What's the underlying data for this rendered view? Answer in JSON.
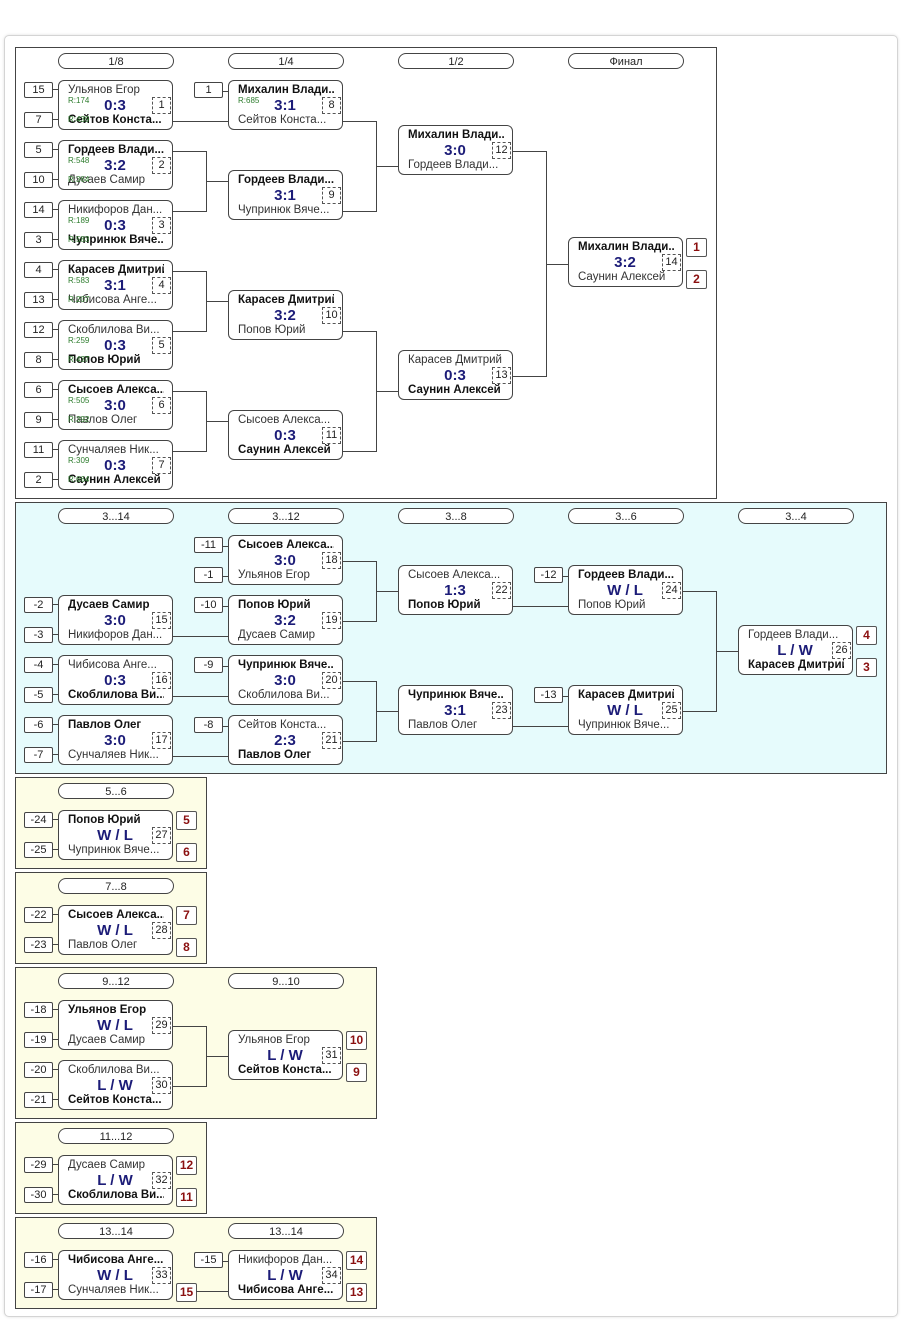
{
  "main": {
    "rounds": [
      "1/8",
      "1/4",
      "1/2",
      "Финал"
    ],
    "matches": [
      {
        "num": "1",
        "score": "0:3",
        "p1": "Ульянов Егор",
        "p2": "Сейтов Конста...",
        "r1": "R:174",
        "r2": "R:439"
      },
      {
        "num": "2",
        "score": "3:2",
        "p1": "Гордеев Влади...",
        "p2": "Дусаев Самир",
        "r1": "R:548",
        "r2": "R:364"
      },
      {
        "num": "3",
        "score": "0:3",
        "p1": "Никифоров Дан...",
        "p2": "Чупринюк Вяче...",
        "r1": "R:189",
        "r2": "R:583"
      },
      {
        "num": "4",
        "score": "3:1",
        "p1": "Карасев Дмитрий",
        "p2": "Чибисова Анге...",
        "r1": "R:583",
        "r2": "R:207"
      },
      {
        "num": "5",
        "score": "0:3",
        "p1": "Скоблилова Ви...",
        "p2": "Попов Юрий",
        "r1": "R:259",
        "r2": "R:437"
      },
      {
        "num": "6",
        "score": "3:0",
        "p1": "Сысоев Алекса...",
        "p2": "Павлов Олег",
        "r1": "R:505",
        "r2": "R:392"
      },
      {
        "num": "7",
        "score": "0:3",
        "p1": "Сунчаляев Ник...",
        "p2": "Саунин Алексей",
        "r1": "R:309",
        "r2": "R:664"
      },
      {
        "num": "8",
        "score": "3:1",
        "p1": "Михалин Влади...",
        "p2": "Сейтов Конста...",
        "r1": "R:685",
        "r2": ""
      },
      {
        "num": "9",
        "score": "3:1",
        "p1": "Гордеев Влади...",
        "p2": "Чупринюк Вяче..."
      },
      {
        "num": "10",
        "score": "3:2",
        "p1": "Карасев Дмитрий",
        "p2": "Попов Юрий"
      },
      {
        "num": "11",
        "score": "0:3",
        "p1": "Сысоев Алекса...",
        "p2": "Саунин Алексей"
      },
      {
        "num": "12",
        "score": "3:0",
        "p1": "Михалин Влади...",
        "p2": "Гордеев Влади..."
      },
      {
        "num": "13",
        "score": "0:3",
        "p1": "Карасев Дмитрий",
        "p2": "Саунин Алексей"
      },
      {
        "num": "14",
        "score": "3:2",
        "p1": "Михалин Влади...",
        "p2": "Саунин Алексей"
      }
    ],
    "seeds": [
      "15",
      "7",
      "5",
      "10",
      "14",
      "3",
      "4",
      "13",
      "12",
      "8",
      "6",
      "9",
      "11",
      "2",
      "1"
    ],
    "places": [
      "1",
      "2"
    ]
  },
  "consolation": {
    "rounds": [
      "3...14",
      "3...12",
      "3...8",
      "3...6",
      "3...4"
    ],
    "matches": [
      {
        "num": "15",
        "score": "3:0",
        "p1": "Дусаев Самир",
        "p2": "Никифоров Дан..."
      },
      {
        "num": "16",
        "score": "0:3",
        "p1": "Чибисова Анге...",
        "p2": "Скоблилова Ви..."
      },
      {
        "num": "17",
        "score": "3:0",
        "p1": "Павлов Олег",
        "p2": "Сунчаляев Ник..."
      },
      {
        "num": "18",
        "score": "3:0",
        "p1": "Сысоев Алекса...",
        "p2": "Ульянов Егор"
      },
      {
        "num": "19",
        "score": "3:2",
        "p1": "Попов Юрий",
        "p2": "Дусаев Самир"
      },
      {
        "num": "20",
        "score": "3:0",
        "p1": "Чупринюк Вяче...",
        "p2": "Скоблилова Ви..."
      },
      {
        "num": "21",
        "score": "2:3",
        "p1": "Сейтов Конста...",
        "p2": "Павлов Олег"
      },
      {
        "num": "22",
        "score": "1:3",
        "p1": "Сысоев Алекса...",
        "p2": "Попов Юрий"
      },
      {
        "num": "23",
        "score": "3:1",
        "p1": "Чупринюк Вяче...",
        "p2": "Павлов Олег"
      },
      {
        "num": "24",
        "score": "W / L",
        "p1": "Гордеев Влади...",
        "p2": "Попов Юрий"
      },
      {
        "num": "25",
        "score": "W / L",
        "p1": "Карасев Дмитрий",
        "p2": "Чупринюк Вяче..."
      },
      {
        "num": "26",
        "score": "L / W",
        "p1": "Гордеев Влади...",
        "p2": "Карасев Дмитрий"
      }
    ],
    "seeds": [
      "-2",
      "-3",
      "-4",
      "-5",
      "-6",
      "-7",
      "-11",
      "-1",
      "-10",
      "-9",
      "-8",
      "-12",
      "-13"
    ],
    "places": [
      "4",
      "3"
    ]
  },
  "p56": {
    "round": "5...6",
    "match": {
      "num": "27",
      "score": "W / L",
      "p1": "Попов Юрий",
      "p2": "Чупринюк Вяче..."
    },
    "seeds": [
      "-24",
      "-25"
    ],
    "places": [
      "5",
      "6"
    ]
  },
  "p78": {
    "round": "7...8",
    "match": {
      "num": "28",
      "score": "W / L",
      "p1": "Сысоев Алекса...",
      "p2": "Павлов Олег"
    },
    "seeds": [
      "-22",
      "-23"
    ],
    "places": [
      "7",
      "8"
    ]
  },
  "p912": {
    "rounds": [
      "9...12",
      "9...10"
    ],
    "matches": [
      {
        "num": "29",
        "score": "W / L",
        "p1": "Ульянов Егор",
        "p2": "Дусаев Самир"
      },
      {
        "num": "30",
        "score": "L / W",
        "p1": "Скоблилова Ви...",
        "p2": "Сейтов Конста..."
      },
      {
        "num": "31",
        "score": "L / W",
        "p1": "Ульянов Егор",
        "p2": "Сейтов Конста..."
      }
    ],
    "seeds": [
      "-18",
      "-19",
      "-20",
      "-21"
    ],
    "places": [
      "10",
      "9"
    ]
  },
  "p1112": {
    "round": "11...12",
    "match": {
      "num": "32",
      "score": "L / W",
      "p1": "Дусаев Самир",
      "p2": "Скоблилова Ви..."
    },
    "seeds": [
      "-29",
      "-30"
    ],
    "places": [
      "12",
      "11"
    ]
  },
  "p1314": {
    "rounds": [
      "13...14",
      "13...14"
    ],
    "matches": [
      {
        "num": "33",
        "score": "W / L",
        "p1": "Чибисова Анге...",
        "p2": "Сунчаляев Ник..."
      },
      {
        "num": "34",
        "score": "L / W",
        "p1": "Никифоров Дан...",
        "p2": "Чибисова Анге..."
      }
    ],
    "seeds": [
      "-16",
      "-17",
      "-15"
    ],
    "places": [
      "15",
      "14",
      "13"
    ]
  },
  "colors": {
    "panel_cyan": "#e6fbfc",
    "panel_yellow": "#fdfde6",
    "score": "#1c1c78",
    "place": "#8b1010",
    "rating": "#2e7d2e"
  }
}
